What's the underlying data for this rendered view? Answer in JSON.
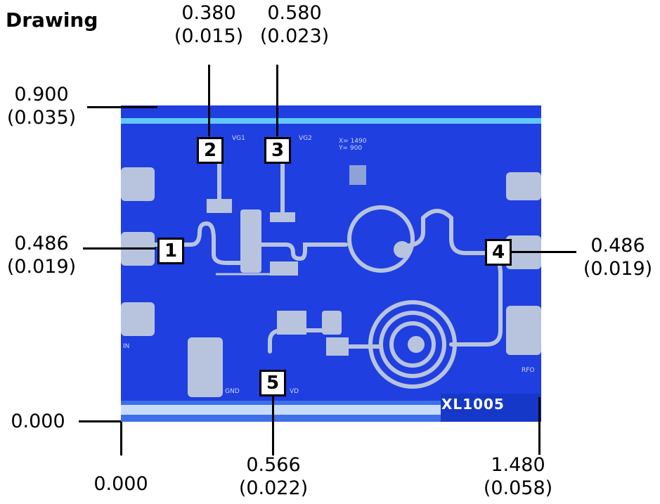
{
  "title": "Drawing",
  "part_number": "XL1005",
  "pads": [
    {
      "num": "1",
      "name": ""
    },
    {
      "num": "2",
      "name": "VG1"
    },
    {
      "num": "3",
      "name": "VG2"
    },
    {
      "num": "4",
      "name": ""
    },
    {
      "num": "5",
      "name": "VD"
    }
  ],
  "chip_labels": {
    "in": "IN",
    "gnd": "GND",
    "rfo": "RFO",
    "coords": "X= 1490\nY= 900"
  },
  "dimensions": {
    "pad2_x": {
      "mm": "0.380",
      "in": "(0.015)"
    },
    "pad3_x": {
      "mm": "0.580",
      "in": "(0.023)"
    },
    "height": {
      "mm": "0.900",
      "in": "(0.035)"
    },
    "pad1_y": {
      "mm": "0.486",
      "in": "(0.019)"
    },
    "pad4_y": {
      "mm": "0.486",
      "in": "(0.019)"
    },
    "origin_y": {
      "mm": "0.000"
    },
    "origin_x": {
      "mm": "0.000"
    },
    "pad5_x": {
      "mm": "0.566",
      "in": "(0.022)"
    },
    "width": {
      "mm": "1.480",
      "in": "(0.058)"
    }
  },
  "colors": {
    "chip_blue": "#1f3fe0",
    "metal": "#b8c4de",
    "dark_blue": "#1638c8"
  }
}
